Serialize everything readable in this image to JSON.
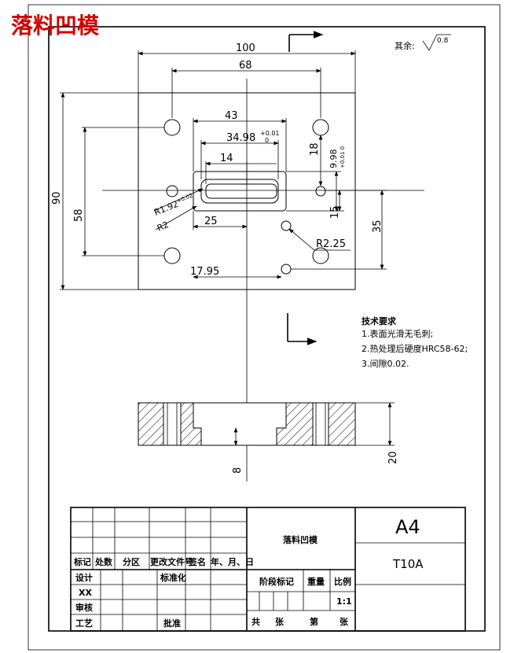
{
  "header": {
    "title": "落料凹模",
    "roughness_label": "其余:",
    "roughness_value": "0.8"
  },
  "dimensions": {
    "width_100": "100",
    "width_68": "68",
    "width_43": "43",
    "width_34_98": "34.98",
    "tol_plus": "+0.01",
    "tol_zero": "0",
    "width_14": "14",
    "height_18": "18",
    "height_9_98": "9.98",
    "tol_9_98": "+0.01 0",
    "height_90": "90",
    "height_58": "58",
    "radius_r1_92": "R1.92",
    "tol_r1_92": "+0.02",
    "radius_r2": "R2",
    "width_25": "25",
    "height_15": "15",
    "height_35": "35",
    "radius_r2_25": "R2.25",
    "width_17_95": "17.95",
    "depth_8": "8",
    "thickness_20": "20"
  },
  "notes": {
    "heading": "技术要求",
    "items": [
      "1.表面光滑无毛刺;",
      "2.热处理后硬度HRC58-62;",
      "3.间隙0.02."
    ]
  },
  "title_block": {
    "part_name": "落料凹模",
    "format": "A4",
    "material": "T10A",
    "scale": "1:1",
    "headers": [
      "标记",
      "处数",
      "分区",
      "更改文件号",
      "签名",
      "年、月、日"
    ],
    "design": "设计",
    "standardize": "标准化",
    "xx": "XX",
    "review": "审核",
    "process": "工艺",
    "approve": "批准",
    "stage_mark": "阶段标记",
    "weight": "重量",
    "ratio": "比例",
    "total": "共",
    "sheets": "张",
    "sheet_no": "第",
    "sheet_word": "张"
  }
}
